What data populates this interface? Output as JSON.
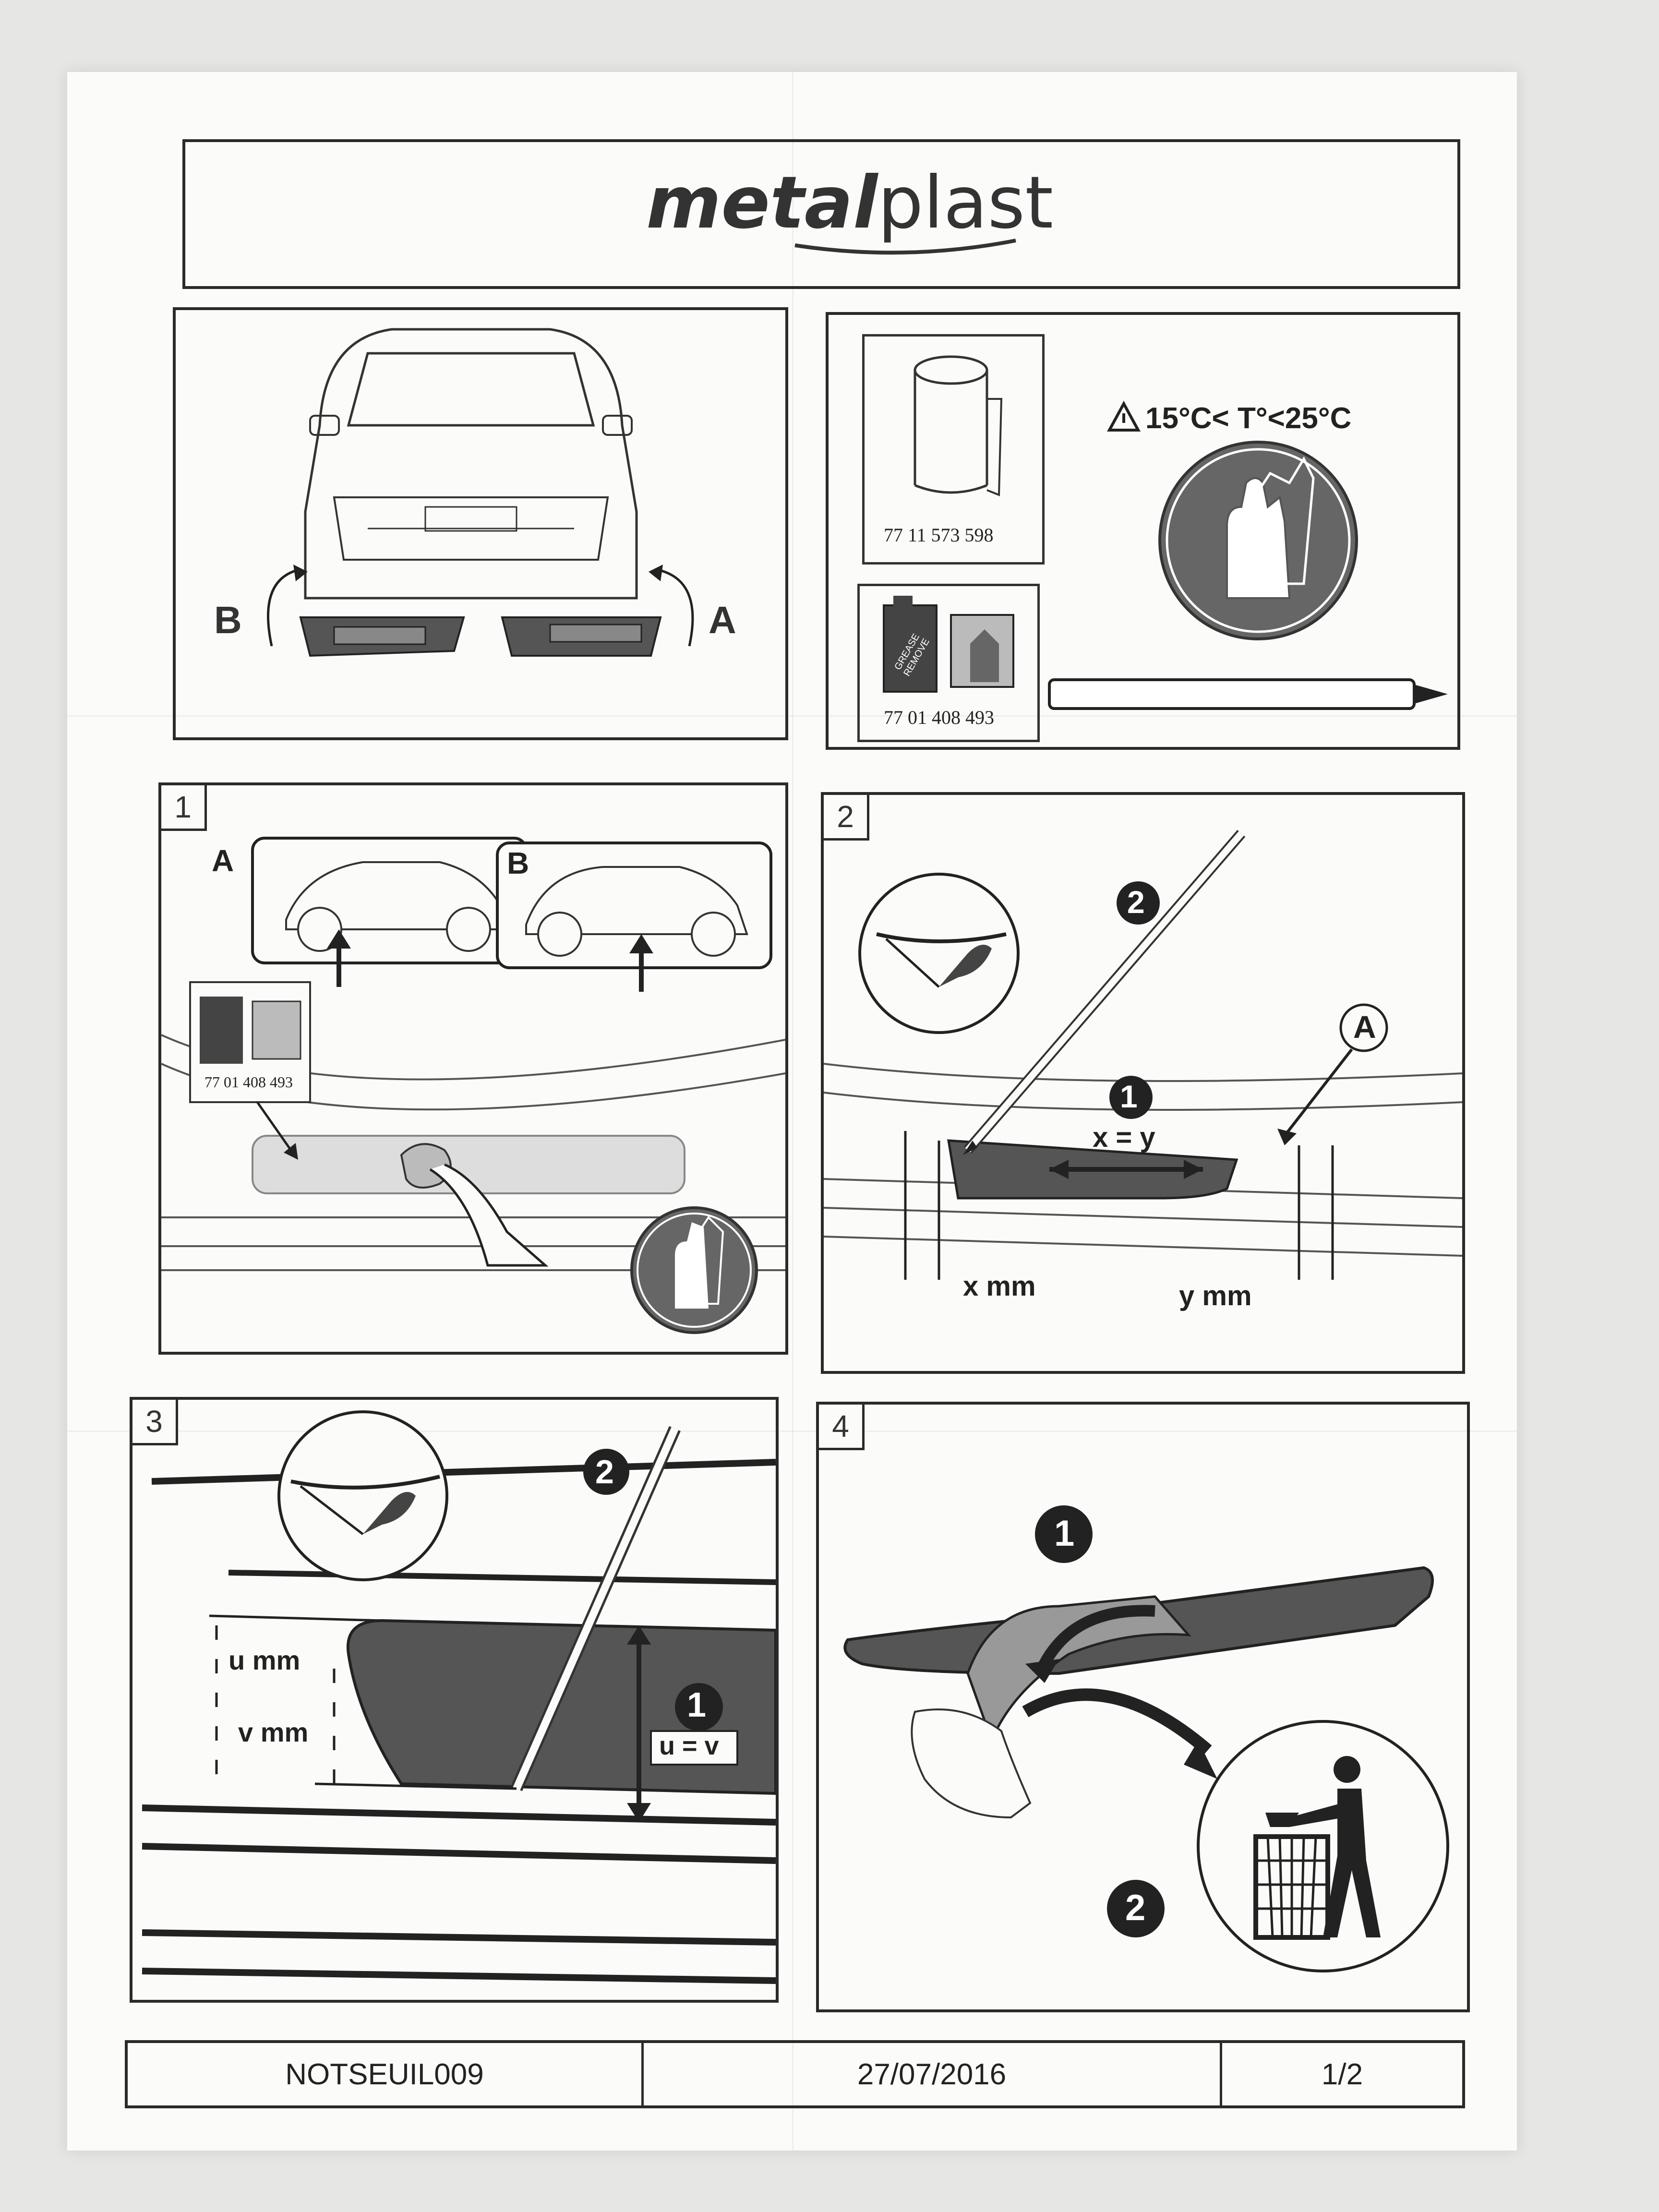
{
  "header": {
    "logo_prefix": "metal",
    "logo_suffix": "plast"
  },
  "panel_overview": {
    "label_a": "A",
    "label_b": "B"
  },
  "panel_materials": {
    "roll_code": "77 11 573 598",
    "cleaner_code": "77 01 408 493",
    "cleaner_label": "GREASE REMOVE",
    "temperature": "15°C< T°<25°C"
  },
  "panel_1": {
    "number": "1",
    "label_a": "A",
    "label_b": "B",
    "cleaner_code": "77 01 408 493"
  },
  "panel_2": {
    "number": "2",
    "step_1": "1",
    "step_2": "2",
    "label_a": "A",
    "equation": "x = y",
    "x_mm": "x mm",
    "y_mm": "y mm"
  },
  "panel_3": {
    "number": "3",
    "step_1": "1",
    "step_2": "2",
    "u_mm": "u mm",
    "v_mm": "v mm",
    "equation": "u = v"
  },
  "panel_4": {
    "number": "4",
    "step_1": "1",
    "step_2": "2"
  },
  "footer": {
    "reference": "NOTSEUIL009",
    "date": "27/07/2016",
    "page": "1/2"
  }
}
